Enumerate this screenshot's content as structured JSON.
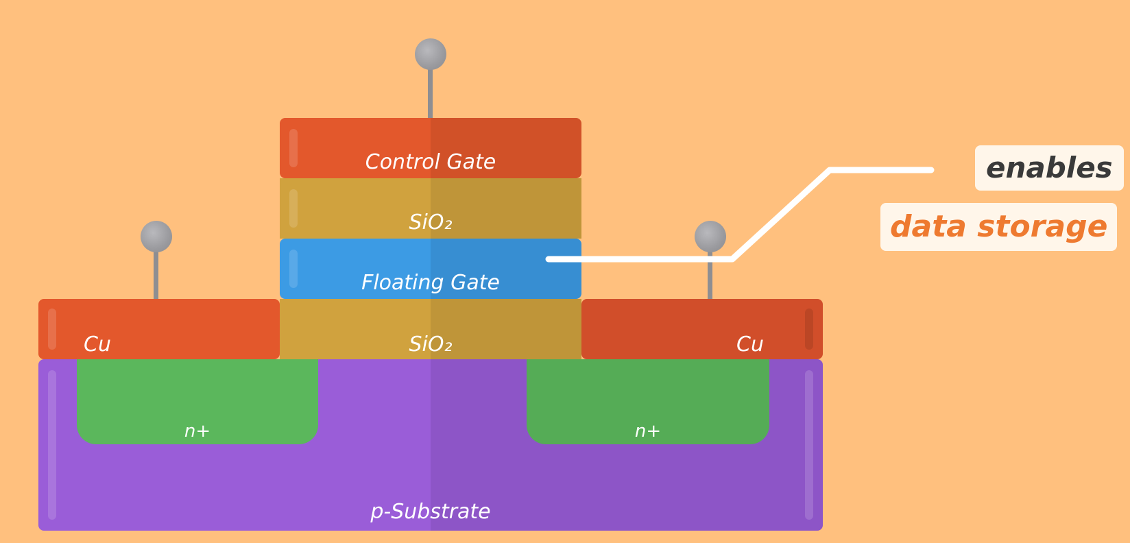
{
  "diagram": {
    "labels": {
      "control_gate": "Control Gate",
      "oxide_top": "SiO₂",
      "floating_gate": "Floating Gate",
      "oxide_bottom": "SiO₂",
      "cu_left": "Cu",
      "cu_right": "Cu",
      "n_left": "n+",
      "n_right": "n+",
      "substrate": "p-Substrate"
    },
    "callout": {
      "line1": "enables",
      "line2": "data storage"
    },
    "colors": {
      "background": "#FFC07E",
      "metal": "#E3582C",
      "oxide": "#D0A23E",
      "floating_gate": "#3C9BE4",
      "n_region": "#5BB75C",
      "substrate": "#9A5DD8",
      "pin": "#9A9A9E",
      "callout_line1": "#3A3A3A",
      "callout_line2": "#EE7A30",
      "callout_box": "#FFF6EA"
    }
  }
}
